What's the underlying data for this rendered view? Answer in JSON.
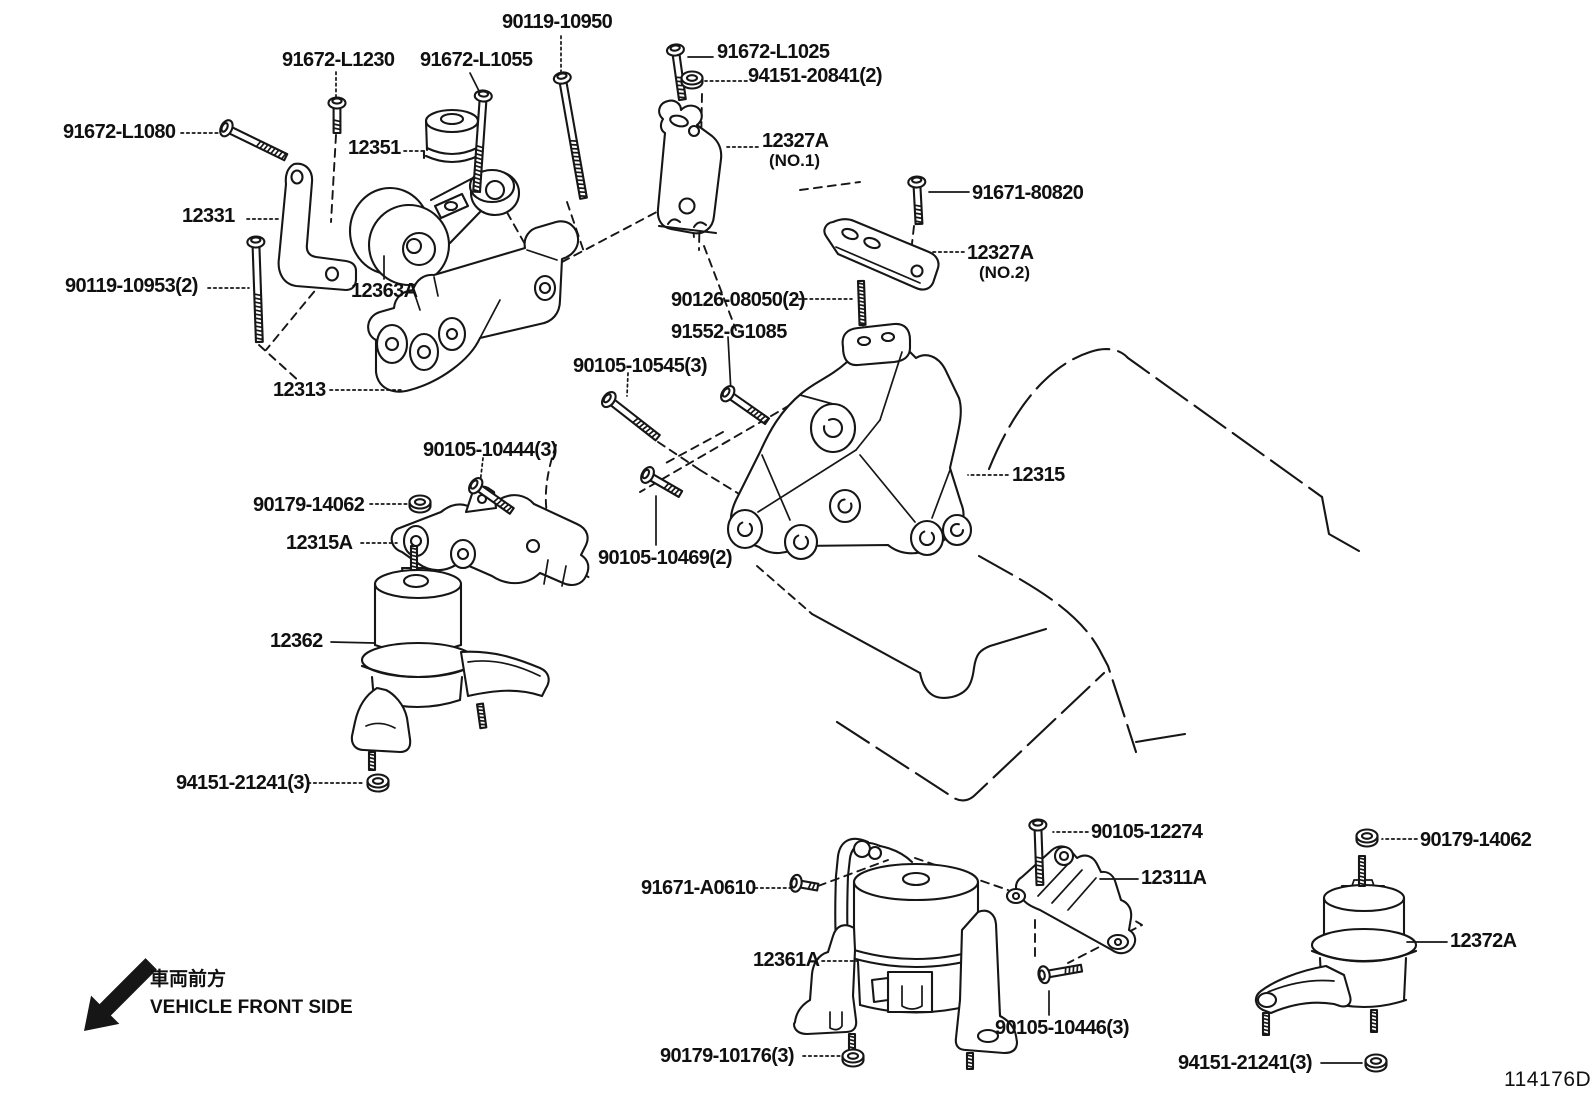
{
  "diagram": {
    "drawing_code": "114176D",
    "front_note_jp": "車両前方",
    "front_note_en": "VEHICLE FRONT SIDE"
  },
  "labels": {
    "b90119_10950": {
      "text": "90119-10950"
    },
    "b91672_L1230": {
      "text": "91672-L1230"
    },
    "b91672_L1055": {
      "text": "91672-L1055"
    },
    "b91672_L1025": {
      "text": "91672-L1025"
    },
    "b94151_20841": {
      "text": "94151-20841(2)"
    },
    "b91672_L1080": {
      "text": "91672-L1080"
    },
    "p12351": {
      "text": "12351"
    },
    "p12331": {
      "text": "12331"
    },
    "b90119_10953": {
      "text": "90119-10953(2)"
    },
    "p12363A": {
      "text": "12363A"
    },
    "p12327A_no1": {
      "text": "12327A",
      "sub": "(NO.1)"
    },
    "b91671_80820": {
      "text": "91671-80820"
    },
    "p12327A_no2": {
      "text": "12327A",
      "sub": "(NO.2)"
    },
    "b90126_08050": {
      "text": "90126-08050(2)"
    },
    "b91552_G1085": {
      "text": "91552-G1085"
    },
    "b90105_10545": {
      "text": "90105-10545(3)"
    },
    "p12313": {
      "text": "12313"
    },
    "b90105_10444": {
      "text": "90105-10444(3)"
    },
    "b90179_14062_left": {
      "text": "90179-14062"
    },
    "p12315A": {
      "text": "12315A"
    },
    "p12315": {
      "text": "12315"
    },
    "b90105_10469": {
      "text": "90105-10469(2)"
    },
    "p12362": {
      "text": "12362"
    },
    "b94151_21241_left": {
      "text": "94151-21241(3)"
    },
    "b90105_12274": {
      "text": "90105-12274"
    },
    "b91671_A0610": {
      "text": "91671-A0610"
    },
    "p12311A": {
      "text": "12311A"
    },
    "b90179_14062_right": {
      "text": "90179-14062"
    },
    "p12372A": {
      "text": "12372A"
    },
    "p12361A": {
      "text": "12361A"
    },
    "b90105_10446": {
      "text": "90105-10446(3)"
    },
    "b90179_10176": {
      "text": "90179-10176(3)"
    },
    "b94151_21241_right": {
      "text": "94151-21241(3)"
    }
  }
}
